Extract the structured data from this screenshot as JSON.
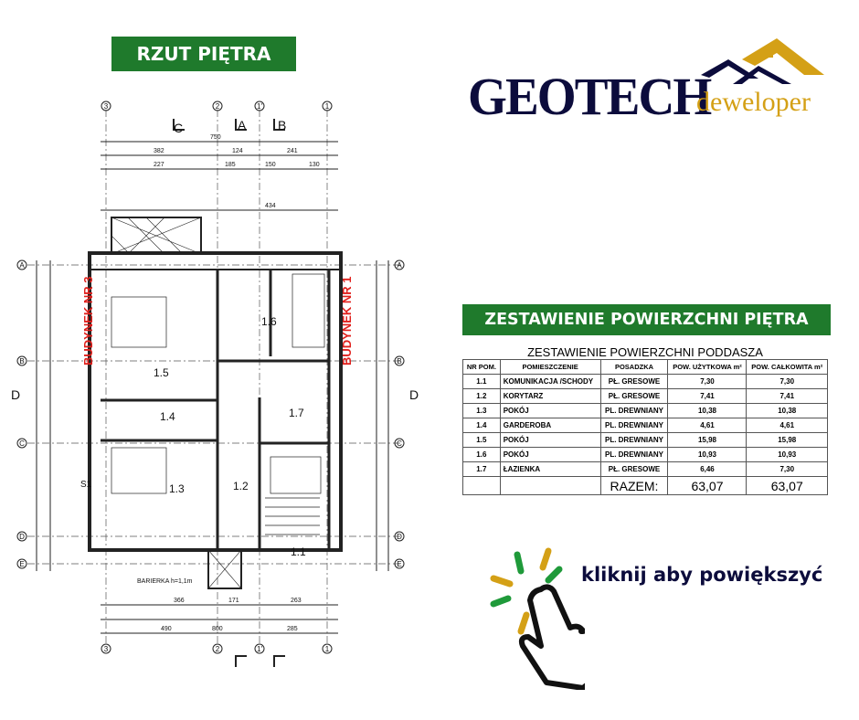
{
  "title": "RZUT PIĘTRA",
  "logo": {
    "brand": "GEOTECH",
    "sub": "deweloper"
  },
  "summary_banner": "ZESTAWIENIE POWIERZCHNI PIĘTRA",
  "table": {
    "caption": "ZESTAWIENIE POWIERZCHNI PODDASZA",
    "headers": [
      "NR POM.",
      "POMIESZCZENIE",
      "POSADZKA",
      "POW. UŻYTKOWA m²",
      "POW. CAŁKOWITA m²"
    ],
    "rows": [
      [
        "1.1",
        "KOMUNIKACJA /SCHODY",
        "PŁ. GRESOWE",
        "7,30",
        "7,30"
      ],
      [
        "1.2",
        "KORYTARZ",
        "PŁ. GRESOWE",
        "7,41",
        "7,41"
      ],
      [
        "1.3",
        "POKÓJ",
        "PL. DREWNIANY",
        "10,38",
        "10,38"
      ],
      [
        "1.4",
        "GARDEROBA",
        "PL. DREWNIANY",
        "4,61",
        "4,61"
      ],
      [
        "1.5",
        "POKÓJ",
        "PL. DREWNIANY",
        "15,98",
        "15,98"
      ],
      [
        "1.6",
        "POKÓJ",
        "PL. DREWNIANY",
        "10,93",
        "10,93"
      ],
      [
        "1.7",
        "ŁAZIENKA",
        "PŁ. GRESOWE",
        "6,46",
        "7,30"
      ]
    ],
    "total_label": "RAZEM:",
    "total_usable": "63,07",
    "total_gross": "63,07"
  },
  "cta": "kliknij aby powiększyć",
  "plan": {
    "building_left": "BUDYNEK NR 3",
    "building_right": "BUDYNEK NR 1",
    "rooms": [
      "1.1",
      "1.2",
      "1.3",
      "1.4",
      "1.5",
      "1.6",
      "1.7"
    ],
    "axes_v": [
      "3",
      "2",
      "1'",
      "1"
    ],
    "axes_h": [
      "A",
      "B",
      "C",
      "D",
      "E"
    ],
    "sections": [
      "C",
      "A",
      "B",
      "D"
    ],
    "dims_top": [
      "750",
      "382",
      "124",
      "241",
      "227",
      "185",
      "150",
      "130",
      "434"
    ],
    "dims_bottom": [
      "366",
      "171",
      "263",
      "490",
      "285",
      "800"
    ],
    "railing_bottom": "BARIERKA h=1,1m",
    "stairs": "S1"
  },
  "colors": {
    "green": "#1f7a2c",
    "navy": "#0c0c3c",
    "gold": "#d4a016",
    "red": "#e0201c"
  }
}
